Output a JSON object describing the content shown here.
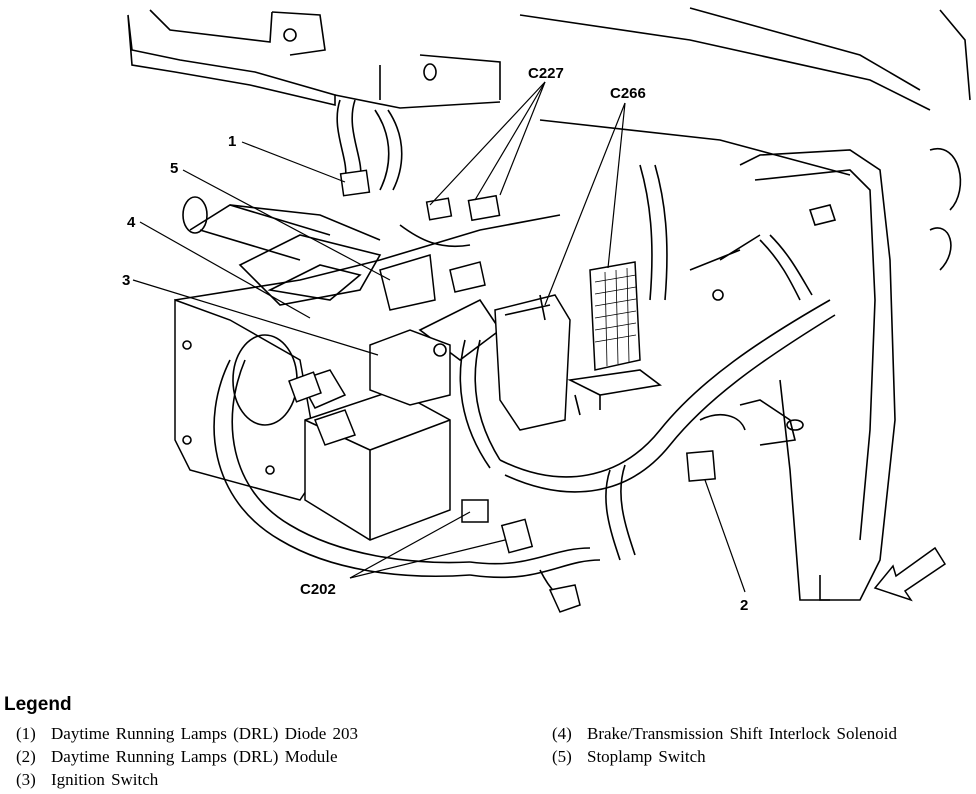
{
  "callouts": {
    "c227": "C227",
    "c266": "C266",
    "c202": "C202",
    "n1": "1",
    "n2": "2",
    "n3": "3",
    "n4": "4",
    "n5": "5"
  },
  "legend": {
    "title": "Legend",
    "items": [
      {
        "num": "(1)",
        "text": "Daytime Running Lamps (DRL) Diode 203"
      },
      {
        "num": "(2)",
        "text": "Daytime Running Lamps (DRL) Module"
      },
      {
        "num": "(3)",
        "text": "Ignition Switch"
      },
      {
        "num": "(4)",
        "text": "Brake/Transmission Shift Interlock Solenoid"
      },
      {
        "num": "(5)",
        "text": "Stoplamp Switch"
      }
    ]
  }
}
